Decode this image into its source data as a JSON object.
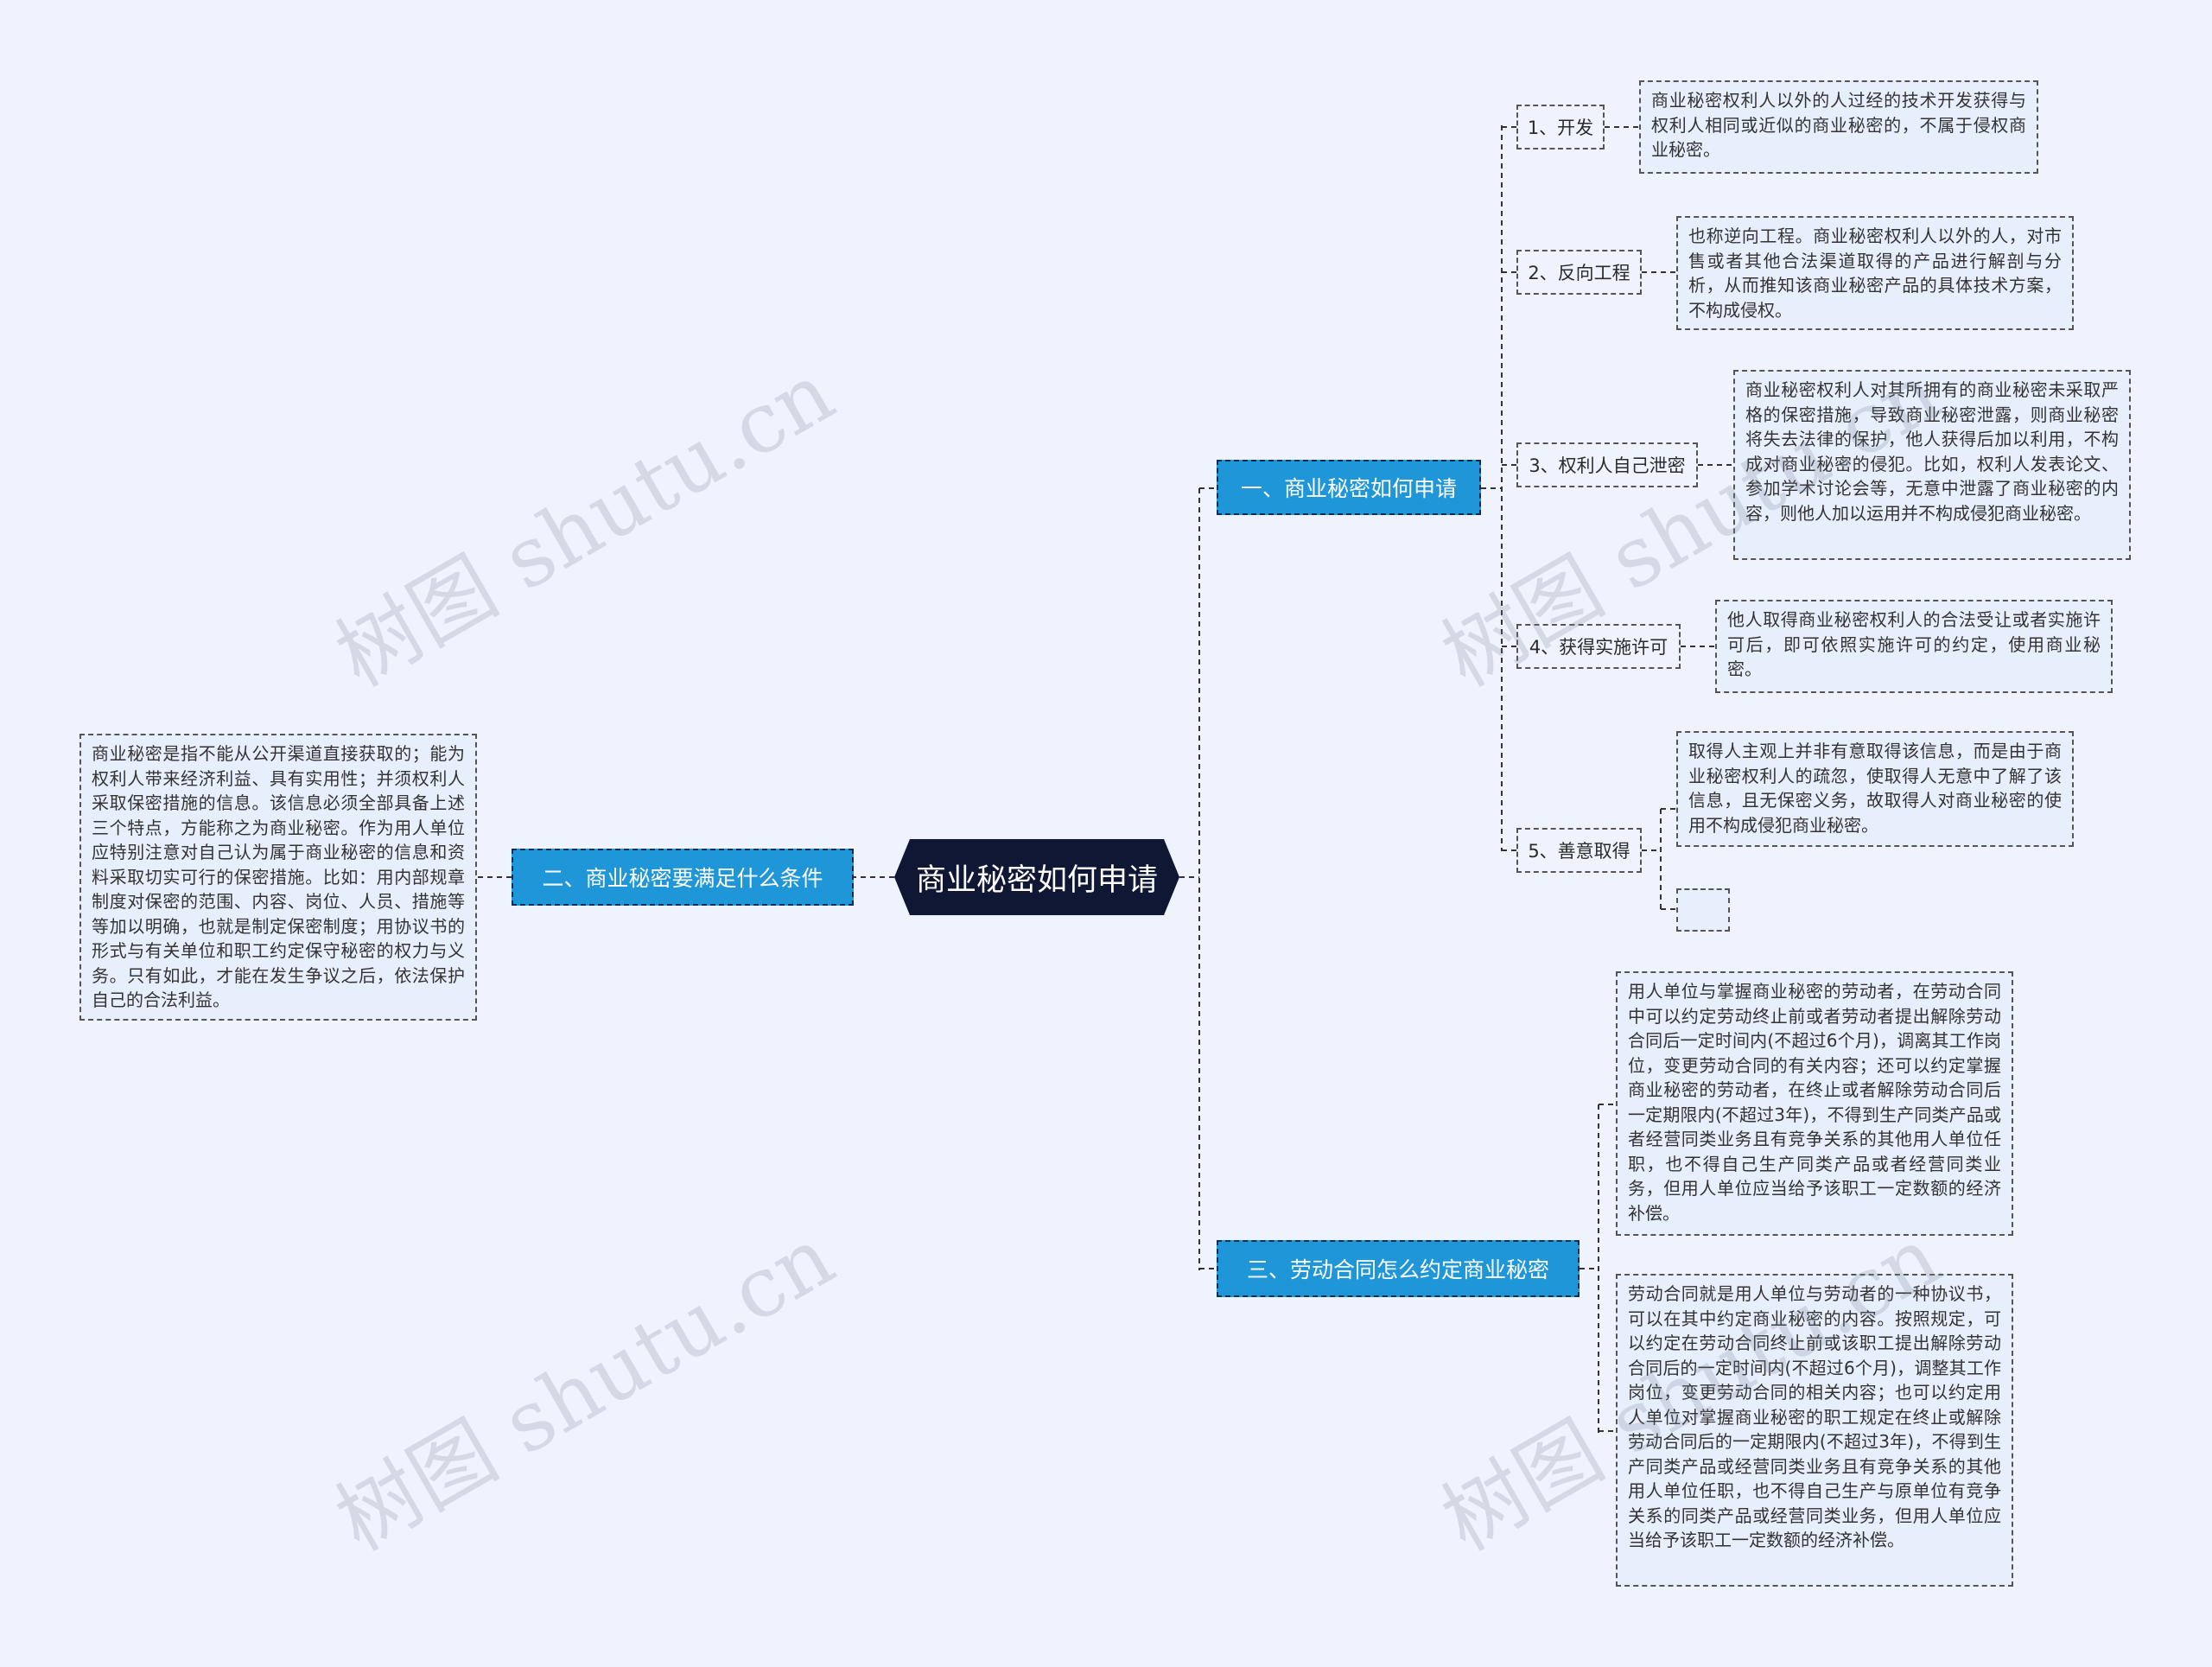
{
  "root": {
    "label": "商业秘密如何申请"
  },
  "branches": {
    "b1": {
      "label": "一、商业秘密如何申请",
      "children": [
        {
          "label": "1、开发",
          "leaf": "商业秘密权利人以外的人过经的技术开发获得与权利人相同或近似的商业秘密的，不属于侵权商业秘密。"
        },
        {
          "label": "2、反向工程",
          "leaf": "也称逆向工程。商业秘密权利人以外的人，对市售或者其他合法渠道取得的产品进行解剖与分析，从而推知该商业秘密产品的具体技术方案，不构成侵权。"
        },
        {
          "label": "3、权利人自己泄密",
          "leaf": "商业秘密权利人对其所拥有的商业秘密未采取严格的保密措施，导致商业秘密泄露，则商业秘密将失去法律的保护，他人获得后加以利用，不构成对商业秘密的侵犯。比如，权利人发表论文、参加学术讨论会等，无意中泄露了商业秘密的内容，则他人加以运用并不构成侵犯商业秘密。"
        },
        {
          "label": "4、获得实施许可",
          "leaf": "他人取得商业秘密权利人的合法受让或者实施许可后，即可依照实施许可的约定，使用商业秘密。"
        },
        {
          "label": "5、善意取得",
          "leaf": "取得人主观上并非有意取得该信息，而是由于商业秘密权利人的疏忽，使取得人无意中了解了该信息，且无保密义务，故取得人对商业秘密的使用不构成侵犯商业秘密。",
          "leaf2": ""
        }
      ]
    },
    "b2": {
      "label": "二、商业秘密要满足什么条件",
      "leaf": "商业秘密是指不能从公开渠道直接获取的；能为权利人带来经济利益、具有实用性；并须权利人采取保密措施的信息。该信息必须全部具备上述三个特点，方能称之为商业秘密。作为用人单位应特别注意对自己认为属于商业秘密的信息和资料采取切实可行的保密措施。比如：用内部规章制度对保密的范围、内容、岗位、人员、措施等等加以明确，也就是制定保密制度；用协议书的形式与有关单位和职工约定保守秘密的权力与义务。只有如此，才能在发生争议之后，依法保护自己的合法利益。"
    },
    "b3": {
      "label": "三、劳动合同怎么约定商业秘密",
      "leaves": [
        "用人单位与掌握商业秘密的劳动者，在劳动合同中可以约定劳动终止前或者劳动者提出解除劳动合同后一定时间内(不超过6个月)，调离其工作岗位，变更劳动合同的有关内容；还可以约定掌握商业秘密的劳动者，在终止或者解除劳动合同后一定期限内(不超过3年)，不得到生产同类产品或者经营同类业务且有竞争关系的其他用人单位任职，也不得自己生产同类产品或者经营同类业务，但用人单位应当给予该职工一定数额的经济补偿。",
        "劳动合同就是用人单位与劳动者的一种协议书，可以在其中约定商业秘密的内容。按照规定，可以约定在劳动合同终止前或该职工提出解除劳动合同后的一定时间内(不超过6个月)，调整其工作岗位，变更劳动合同的相关内容；也可以约定用人单位对掌握商业秘密的职工规定在终止或解除劳动合同后的一定期限内(不超过3年)，不得到生产同类产品或经营同类业务且有竞争关系的其他用人单位任职，也不得自己生产与原单位有竞争关系的同类产品或经营同类业务，但用人单位应当给予该职工一定数额的经济补偿。"
      ]
    }
  },
  "watermark": "树图 shutu.cn",
  "colors": {
    "background": "#eef3fd",
    "root": "#0f1735",
    "branch": "#1f96d8",
    "leaf": "#e7eefc",
    "line": "#333333"
  }
}
